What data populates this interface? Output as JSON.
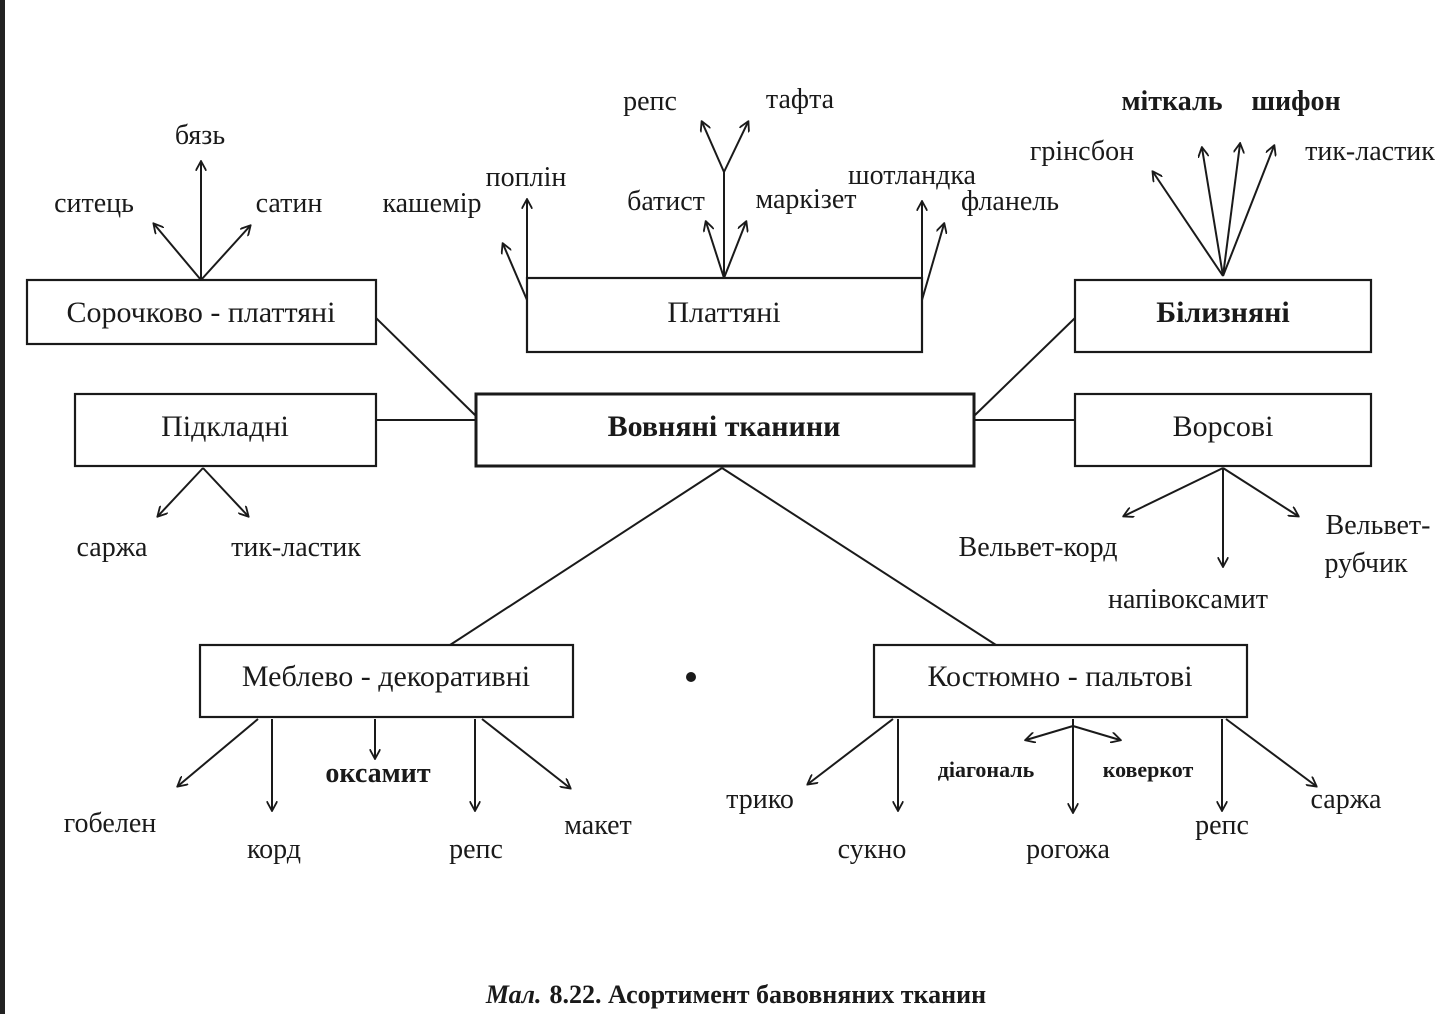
{
  "center": "Вовняні тканини",
  "groups": {
    "shirt": {
      "title": "Сорочково - платтяні",
      "items": [
        "бязь",
        "ситець",
        "сатин"
      ]
    },
    "dress": {
      "title": "Платтяні",
      "items": [
        "репс",
        "тафта",
        "поплін",
        "кашемір",
        "батист",
        "маркізет",
        "шотландка",
        "фланель"
      ]
    },
    "linen": {
      "title": "Білизняні",
      "items": [
        "міткаль",
        "шифон",
        "грінсбон",
        "тик-ластик"
      ]
    },
    "lining": {
      "title": "Підкладні",
      "items": [
        "саржа",
        "тик-ластик"
      ]
    },
    "pile": {
      "title": "Ворсові",
      "items": [
        "Вельвет-корд",
        "напівоксамит",
        "Вельвет-",
        "рубчик"
      ]
    },
    "furniture": {
      "title": "Меблево - декоративні",
      "items": [
        "гобелен",
        "корд",
        "оксамит",
        "репс",
        "макет"
      ]
    },
    "suit": {
      "title": "Костюмно - пальтові",
      "items": [
        "трико",
        "сукно",
        "діагональ",
        "коверкот",
        "рогожа",
        "репс",
        "саржа"
      ]
    }
  },
  "caption": {
    "prefix": "Мал.",
    "text": "8.22. Асортимент бавовняних тканин"
  }
}
